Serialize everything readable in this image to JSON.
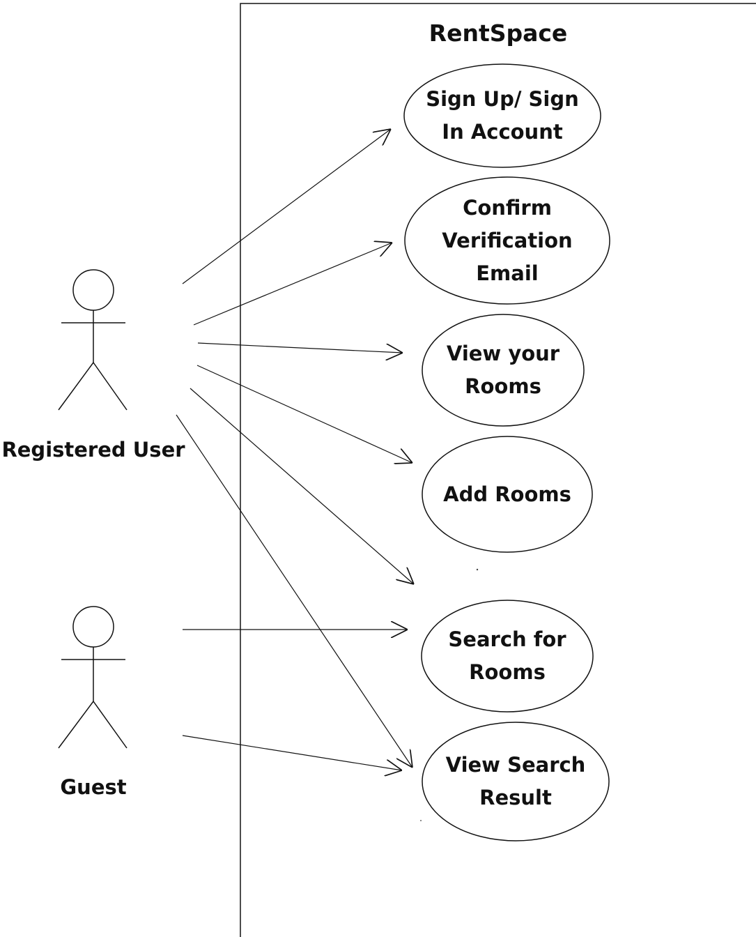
{
  "system": {
    "title": "RentSpace"
  },
  "actors": {
    "registered_user": "Registered User",
    "guest": "Guest"
  },
  "use_cases": {
    "sign_up": {
      "line1": "Sign Up/ Sign",
      "line2": "In Account"
    },
    "confirm_email": {
      "line1": "Confirm",
      "line2": "Verification",
      "line3": "Email"
    },
    "view_rooms": {
      "line1": "View your",
      "line2": "Rooms"
    },
    "add_rooms": {
      "line1": "Add Rooms"
    },
    "search_rooms": {
      "line1": "Search for",
      "line2": "Rooms"
    },
    "view_results": {
      "line1": "View Search",
      "line2": "Result"
    }
  }
}
